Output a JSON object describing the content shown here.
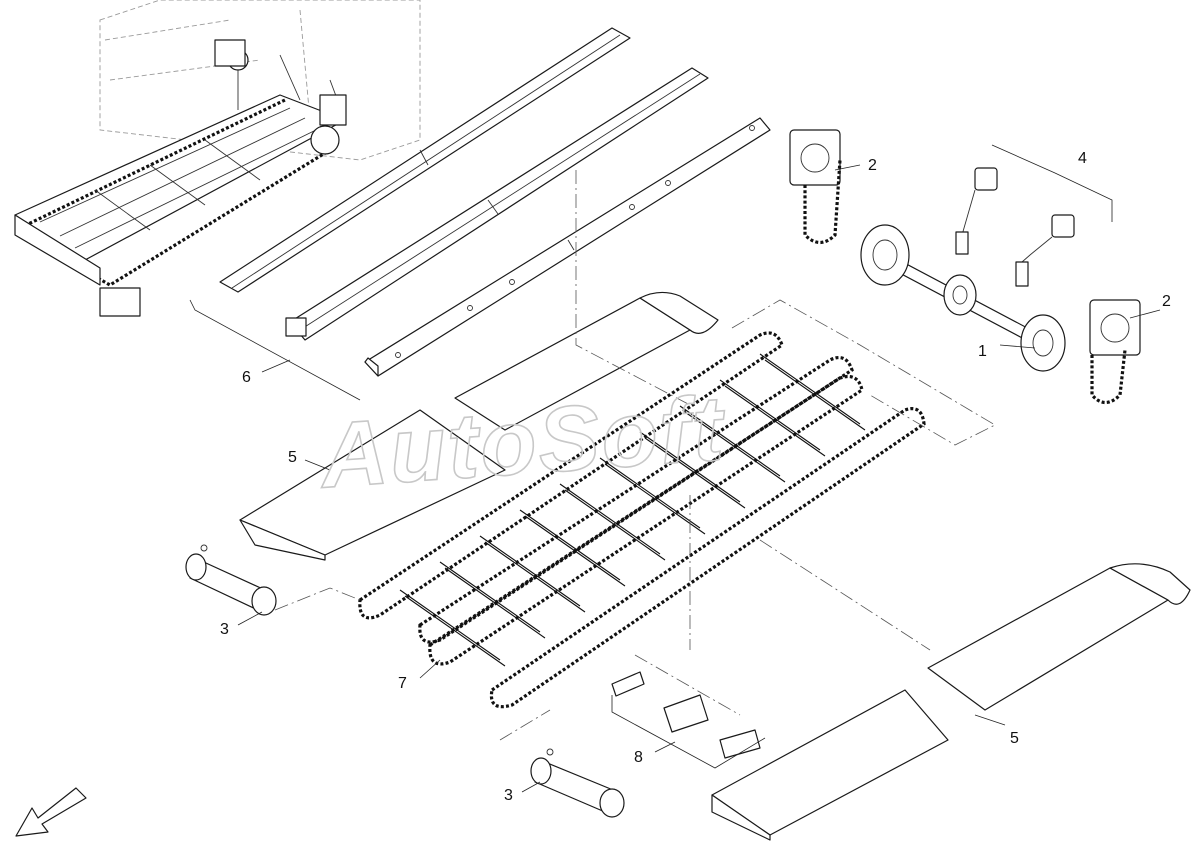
{
  "watermark": "AutoSoft",
  "callouts": {
    "c1": "1",
    "c2a": "2",
    "c2b": "2",
    "c3a": "3",
    "c3b": "3",
    "c4": "4",
    "c5a": "5",
    "c5b": "5",
    "c6": "6",
    "c7": "7",
    "c8": "8"
  },
  "icons": {
    "direction_arrow": "arrow-down-left-icon"
  }
}
